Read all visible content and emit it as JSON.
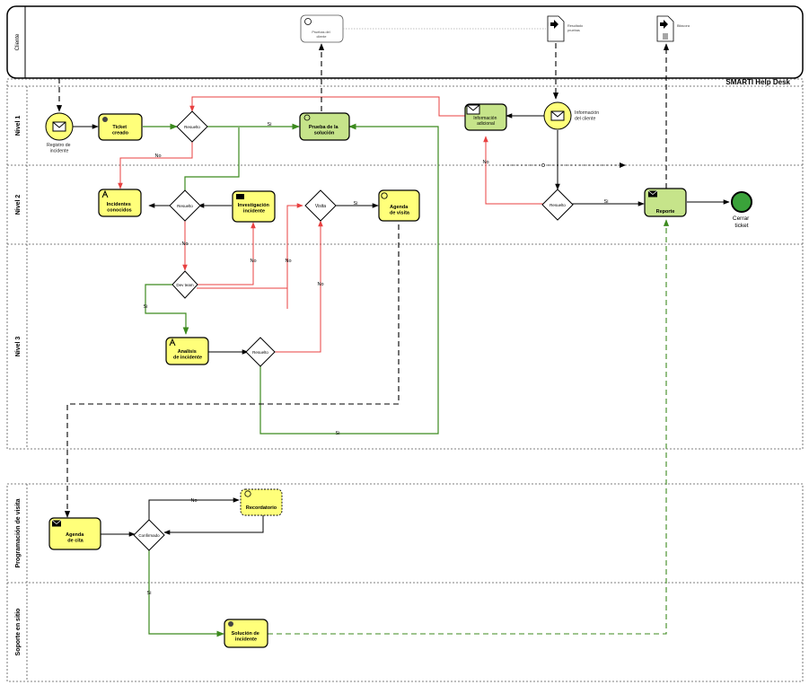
{
  "pools": {
    "cliente": "Cliente",
    "helpdesk": "SMARTI Help Desk"
  },
  "lanes": {
    "nivel1": "Nivel 1",
    "nivel2": "Nivel 2",
    "nivel3": "Nivel 3",
    "programacion": "Programación de visita",
    "soporte": "Soporte en sitio"
  },
  "client_items": {
    "pruebas": [
      "Pruebas del",
      "cliente"
    ],
    "resultado": [
      "Resultado",
      "pruebas"
    ],
    "bitacora": "Bitacora"
  },
  "events": {
    "registro": [
      "Registro de",
      "incidente"
    ],
    "info_cliente": [
      "Información",
      "del cliente"
    ],
    "cerrar": [
      "Cerrar",
      "ticket"
    ]
  },
  "tasks": {
    "ticket": [
      "Ticket",
      "creado"
    ],
    "prueba_solucion": [
      "Prueba de la",
      "solución"
    ],
    "info_adicional": [
      "Información",
      "adicional"
    ],
    "incidentes_conocidos": [
      "Incidentes",
      "conocidos"
    ],
    "investigacion": [
      "Investigación",
      "incidente"
    ],
    "agenda_visita": [
      "Agenda",
      "de visita"
    ],
    "reporte": [
      "Reporte"
    ],
    "analisis": [
      "Analisis",
      "de incidente"
    ],
    "agenda_cita": [
      "Agenda",
      "de cita"
    ],
    "recordatorio": [
      "Recordatorio"
    ],
    "solucion_incidente": [
      "Solución de",
      "incidente"
    ]
  },
  "gateways": {
    "resuelto1": "Resuelto",
    "resuelto2": "Resuelto",
    "visita": "Visita",
    "dev_team": "Dev team",
    "resuelto3": "Resuelto",
    "resuelto4": "Resuelto",
    "confirmado": "Confirmado"
  },
  "flow_labels": {
    "si_prueba": "Si",
    "no_resuelto1": "No",
    "no_info": "No",
    "si_reporte": "Si",
    "si_visita": "Si",
    "no_resuelto2": "No",
    "no_inv": "No",
    "no_dev": "No",
    "si_dev": "Si",
    "no_visita": "No",
    "si_analisis": "Si",
    "no_confirmado": "No",
    "si_confirmado": "Si"
  },
  "colors": {
    "task_yellow": "#ffff7a",
    "task_green": "#c6e48a",
    "green_flow": "#3c8a1e",
    "red_flow": "#e84040",
    "end_event": "#3aa23a"
  }
}
